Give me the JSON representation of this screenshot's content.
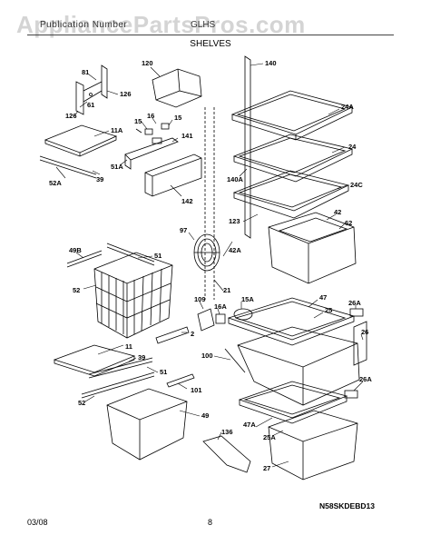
{
  "header": {
    "left_text": "Publication Number",
    "model_text": "GLHS",
    "watermark": "AppliancePartsPros.com",
    "section_title": "SHELVES"
  },
  "diagram": {
    "code": "N58SKDEBD13",
    "labels": [
      "81",
      "126",
      "61",
      "126",
      "120",
      "140",
      "15",
      "16",
      "15",
      "11A",
      "141",
      "24A",
      "51A",
      "52A",
      "39",
      "142",
      "24",
      "140A",
      "24C",
      "123",
      "42",
      "62",
      "97",
      "42A",
      "49B",
      "51",
      "21",
      "52",
      "47",
      "26A",
      "109",
      "16A",
      "15A",
      "25",
      "26",
      "2",
      "100",
      "11",
      "39",
      "51",
      "101",
      "26A",
      "52",
      "49",
      "47A",
      "25A",
      "136",
      "27"
    ]
  },
  "footer": {
    "date": "03/08",
    "page": "8"
  }
}
